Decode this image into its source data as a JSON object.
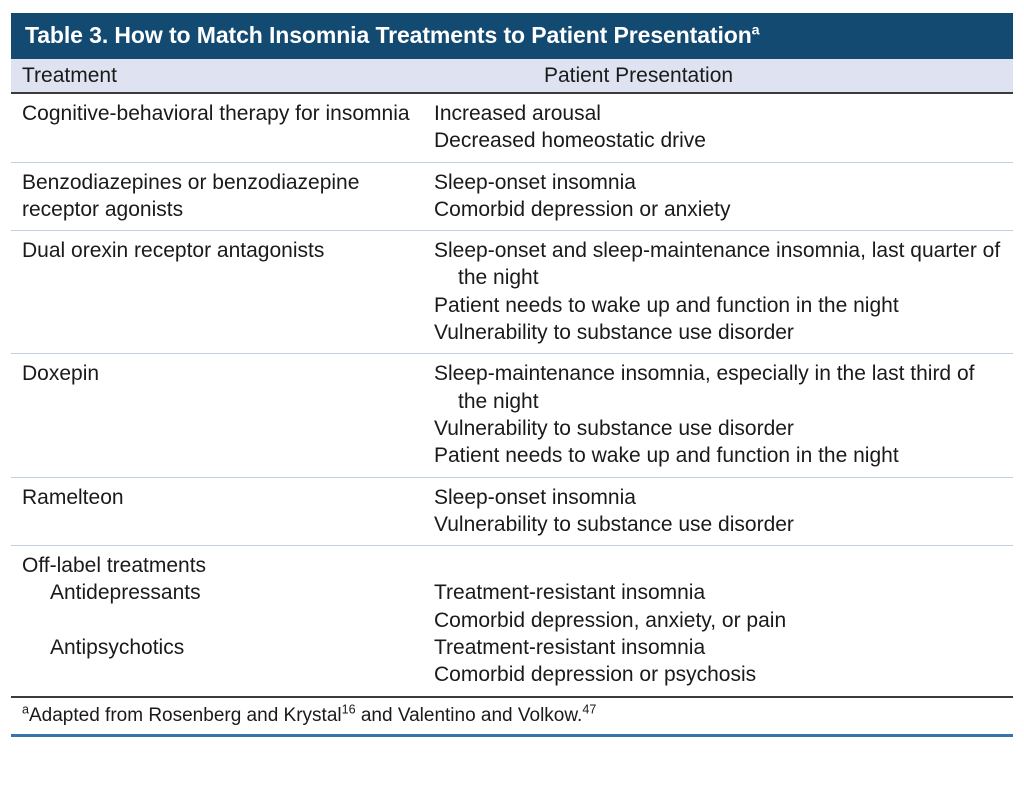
{
  "table": {
    "title": "Table 3. How to Match Insomnia Treatments to Patient Presentation",
    "title_superscript": "a",
    "columns": {
      "treatment": "Treatment",
      "presentation": "Patient Presentation"
    },
    "rows": [
      {
        "treatment": "Cognitive-behavioral therapy for insomnia",
        "presentations": [
          "Increased arousal",
          "Decreased homeostatic drive"
        ]
      },
      {
        "treatment": "Benzodiazepines or benzodiazepine receptor agonists",
        "presentations": [
          "Sleep-onset insomnia",
          "Comorbid depression or anxiety"
        ]
      },
      {
        "treatment": "Dual orexin receptor antagonists",
        "presentations": [
          "Sleep-onset and sleep-maintenance insomnia, last quarter of the night",
          "Patient needs to wake up and function in the night",
          "Vulnerability to substance use disorder"
        ]
      },
      {
        "treatment": "Doxepin",
        "presentations": [
          "Sleep-maintenance insomnia, especially in the last third of the night",
          "Vulnerability to substance use disorder",
          "Patient needs to wake up and function in the night"
        ]
      },
      {
        "treatment": "Ramelteon",
        "presentations": [
          "Sleep-onset insomnia",
          "Vulnerability to substance use disorder"
        ]
      },
      {
        "group_label": "Off-label treatments",
        "subrows": [
          {
            "treatment": "Antidepressants",
            "presentations": [
              "Treatment-resistant insomnia",
              "Comorbid depression, anxiety, or pain"
            ]
          },
          {
            "treatment": "Antipsychotics",
            "presentations": [
              "Treatment-resistant insomnia",
              "Comorbid depression or psychosis"
            ]
          }
        ]
      }
    ],
    "footnote": {
      "marker": "a",
      "text_part1": "Adapted from Rosenberg and Krystal",
      "ref1": "16",
      "text_part2": " and Valentino and Volkow.",
      "ref2": "47"
    },
    "colors": {
      "title_bar": "#124A72",
      "column_header_bg": "#dfe2f0",
      "row_rule": "#c3cfe6",
      "heavy_rule": "#3b3b3b",
      "bottom_rule": "#3a72ab",
      "text": "#1a1a1a"
    }
  }
}
